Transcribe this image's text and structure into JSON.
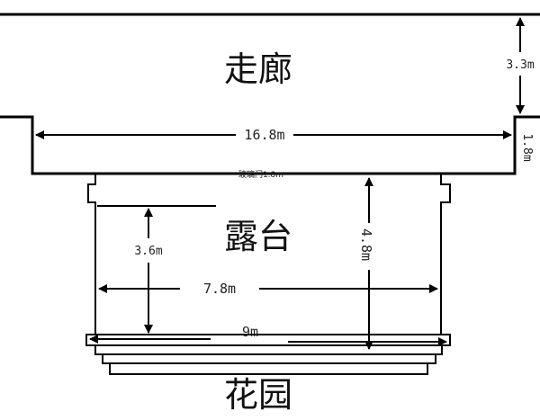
{
  "areas": {
    "corridor": "走廊",
    "terrace": "露台",
    "garden": "花园"
  },
  "dimensions": {
    "corridor_height": "3.3m",
    "corridor_width": "16.8m",
    "corridor_side": "1.8m",
    "glass_door": "玻璃门1.8m",
    "terrace_depth": "4.8m",
    "terrace_inner_depth": "3.6m",
    "terrace_inner_width": "7.8m",
    "terrace_outer_width": "9m"
  }
}
